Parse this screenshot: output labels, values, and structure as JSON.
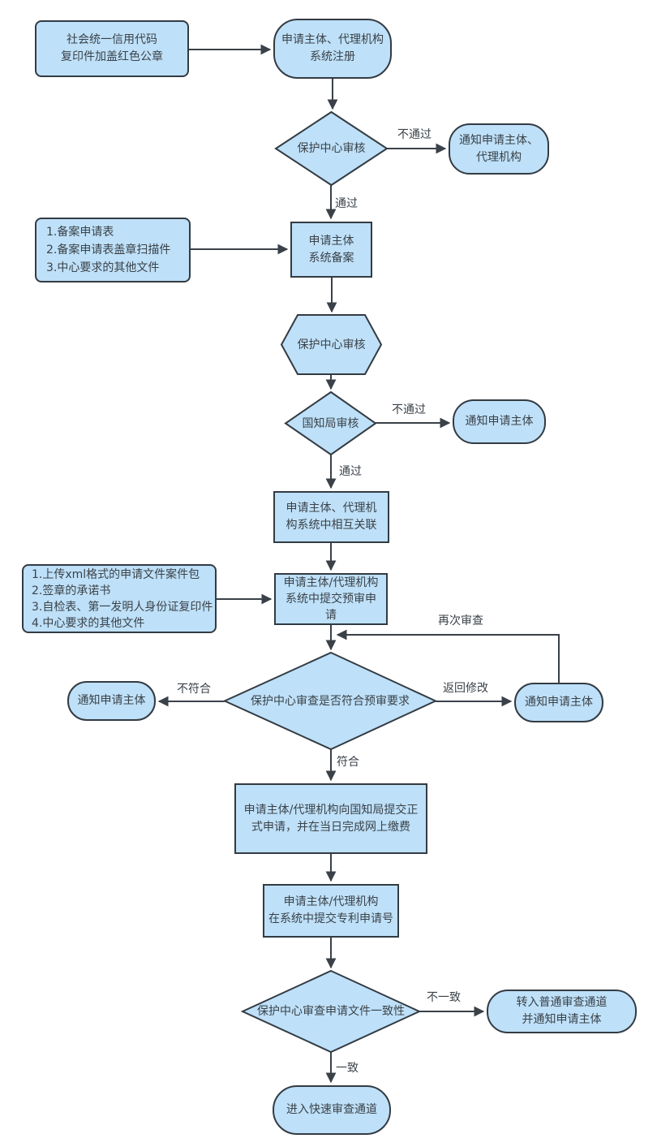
{
  "colors": {
    "node_fill": "#BEE0F8",
    "node_border": "#333B43",
    "connector": "#3A4148",
    "text": "#3B4249",
    "background": "#FFFFFF"
  },
  "nodes": {
    "credit_code": {
      "type": "data",
      "label": "社会统一信用代码\n复印件加盖红色公章"
    },
    "system_register": {
      "type": "terminator",
      "label": "申请主体、代理机构\n系统注册"
    },
    "center_review_1": {
      "type": "decision",
      "label": "保护中心审核"
    },
    "notify_applicant_agency": {
      "type": "terminator",
      "label": "通知申请主体、\n代理机构"
    },
    "filing_docs": {
      "type": "data",
      "label": "1.备案申请表\n2.备案申请表盖章扫描件\n3.中心要求的其他文件"
    },
    "system_filing": {
      "type": "process",
      "label": "申请主体\n系统备案"
    },
    "center_review_2": {
      "type": "preparation",
      "label": "保护中心审核"
    },
    "cnipa_review": {
      "type": "decision",
      "label": "国知局审核"
    },
    "notify_applicant_1": {
      "type": "terminator",
      "label": "通知申请主体"
    },
    "mutual_link": {
      "type": "process",
      "label": "申请主体、代理机\n构系统中相互关联"
    },
    "preexam_docs": {
      "type": "data",
      "label": "1.上传xml格式的申请文件案件包\n2.签章的承诺书\n3.自检表、第一发明人身份证复印件\n4.中心要求的其他文件"
    },
    "submit_preexam": {
      "type": "process",
      "label": "申请主体/代理机构\n系统中提交预审申\n请"
    },
    "preexam_decision": {
      "type": "decision",
      "label": "保护中心审查是否符合预审要求"
    },
    "notify_applicant_2": {
      "type": "terminator",
      "label": "通知申请主体"
    },
    "notify_applicant_3": {
      "type": "terminator",
      "label": "通知申请主体"
    },
    "formal_submit": {
      "type": "process",
      "label": "申请主体/代理机构向国知局提交正\n式申请，并在当日完成网上缴费"
    },
    "submit_patent_no": {
      "type": "process",
      "label": "申请主体/代理机构\n在系统中提交专利申请号"
    },
    "consistency_decision": {
      "type": "decision",
      "label": "保护中心审查申请文件一致性"
    },
    "normal_channel": {
      "type": "terminator",
      "label": "转入普通审查通道\n并通知申请主体"
    },
    "fast_channel": {
      "type": "terminator",
      "label": "进入快速审查通道"
    }
  },
  "edge_labels": {
    "fail_1": "不通过",
    "pass_1": "通过",
    "fail_2": "不通过",
    "pass_2": "通过",
    "recheck": "再次审查",
    "no_match": "不符合",
    "return_modify": "返回修改",
    "match": "符合",
    "inconsistent": "不一致",
    "consistent": "一致"
  }
}
